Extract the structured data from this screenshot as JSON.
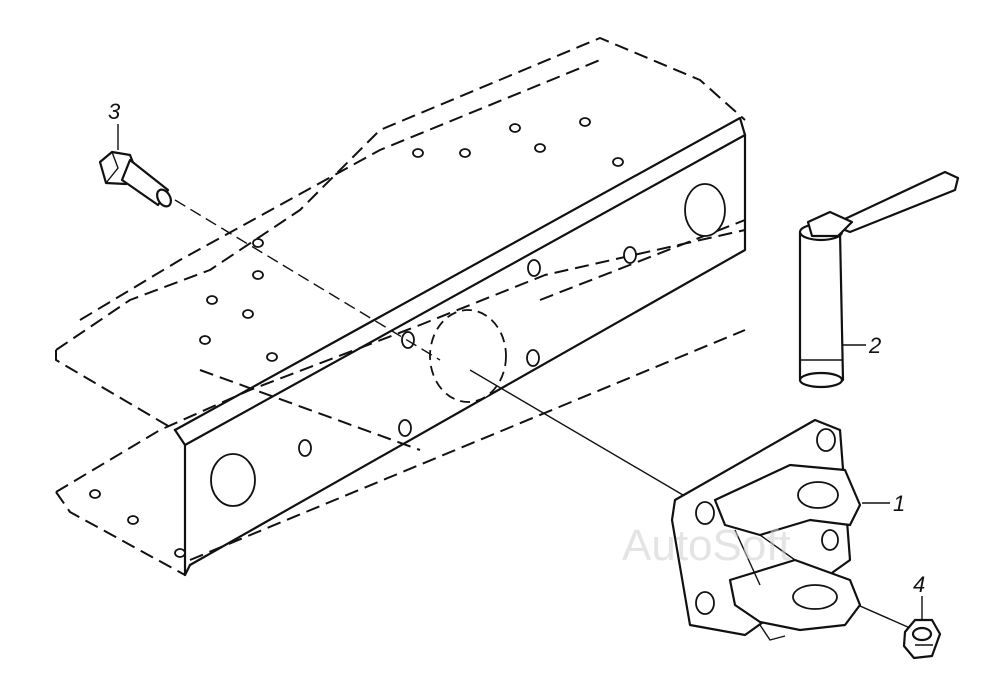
{
  "callouts": {
    "hook": "1",
    "pin": "2",
    "bolt": "3",
    "nut": "4"
  },
  "watermark": "AutoSoft",
  "colors": {
    "ink": "#111111",
    "paper": "#ffffff",
    "watermark": "#cfcfcf"
  }
}
